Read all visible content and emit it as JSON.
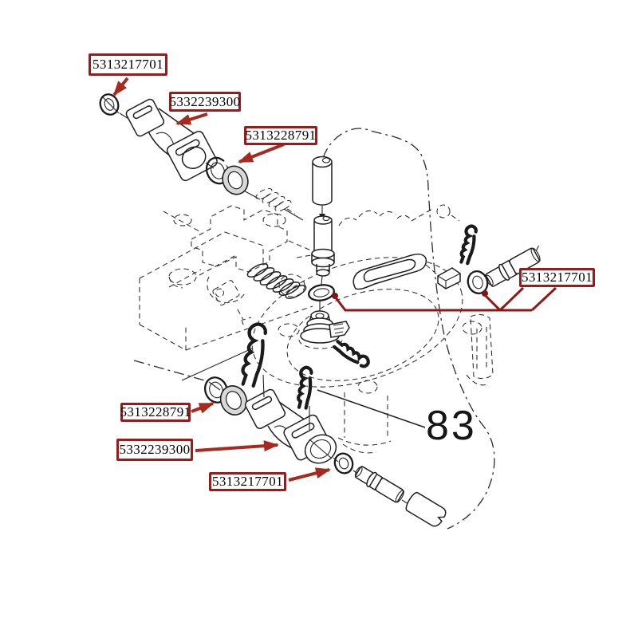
{
  "diagram": {
    "type": "exploded-parts-diagram",
    "labels": {
      "top_washer": "5313217701",
      "top_lever": "5332239300",
      "top_rings": "5313228791",
      "right_oring": "5313217701",
      "bottom_rings": "5313228791",
      "bottom_lever": "5332239300",
      "bottom_oring": "5313217701"
    },
    "callout": {
      "item_number": "83"
    },
    "colors": {
      "label_border": "#9b1b1b",
      "arrow": "#a82a1f",
      "leader_line": "#8c1a17",
      "drawing_line": "#1f1f1f",
      "ring_fill": "#d8d8d8",
      "background": "#ffffff"
    }
  }
}
